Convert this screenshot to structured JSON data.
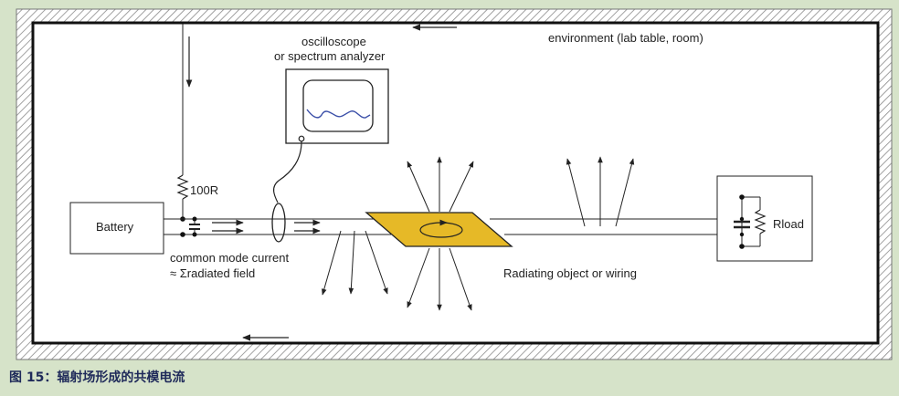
{
  "diagram": {
    "labels": {
      "environment": "environment (lab table, room)",
      "scope_line1": "oscilloscope",
      "scope_line2": "or spectrum analyzer",
      "resistor": "100R",
      "battery": "Battery",
      "cm_current_line1": "common mode current",
      "cm_current_line2": "≈ Σradiated field",
      "radiating": "Radiating object or wiring",
      "rload": "Rload"
    },
    "colors": {
      "background": "#d6e3c9",
      "panel": "#ffffff",
      "plate": "#e6b927",
      "scope_trace": "#3b4fa8",
      "line": "#222222"
    }
  },
  "caption": {
    "prefix": "图",
    "number": "15",
    "text": "：辐射场形成的共模电流"
  }
}
